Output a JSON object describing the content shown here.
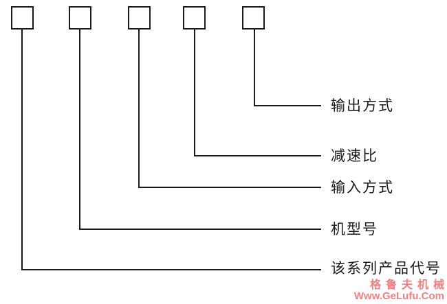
{
  "diagram": {
    "description": "product model code nomenclature diagram",
    "box_values": [
      "",
      "",
      "",
      "",
      ""
    ],
    "labels": [
      {
        "id": "output-mode",
        "text": "输出方式"
      },
      {
        "id": "reduction-ratio",
        "text": "减速比"
      },
      {
        "id": "input-mode",
        "text": "输入方式"
      },
      {
        "id": "model-number",
        "text": "机型号"
      },
      {
        "id": "series-product-code",
        "text": "该系列产品代号"
      }
    ]
  },
  "watermark": {
    "brand": "格鲁夫机械",
    "url": "Www.GeLufu.Com",
    "color": "#F08080"
  },
  "colors": {
    "line": "#1a1a1a",
    "text": "#1a1a1a",
    "background": "#FFFFFF"
  }
}
